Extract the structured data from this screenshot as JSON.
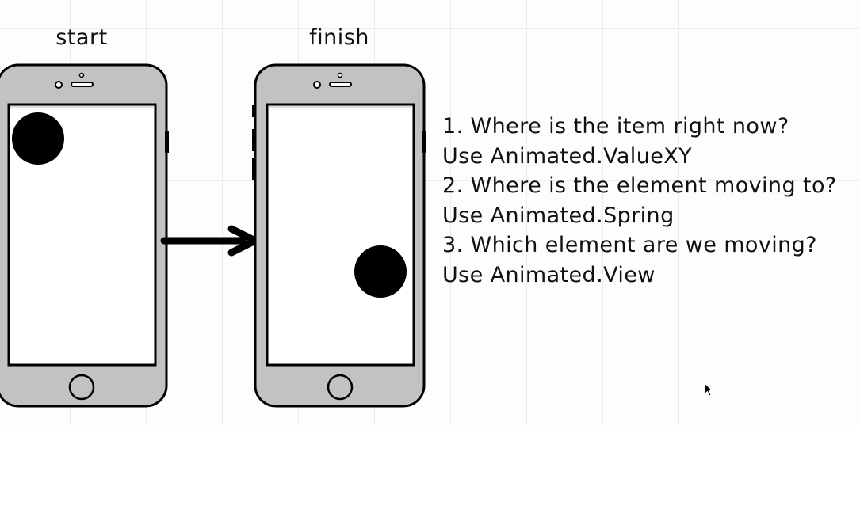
{
  "labels": {
    "start": "start",
    "finish": "finish"
  },
  "notes": [
    "1. Where is the item right now?",
    "Use Animated.ValueXY",
    "2. Where is the element moving to?",
    "Use Animated.Spring",
    "3. Which element are we moving?",
    "Use Animated.View"
  ],
  "colors": {
    "phone_body": "#c2c2c2",
    "outline": "#000000",
    "screen": "#ffffff",
    "ball": "#000000",
    "grid_line": "#ececf0"
  },
  "icons": {
    "arrow": "right-arrow-icon",
    "cursor": "mouse-cursor-icon"
  }
}
